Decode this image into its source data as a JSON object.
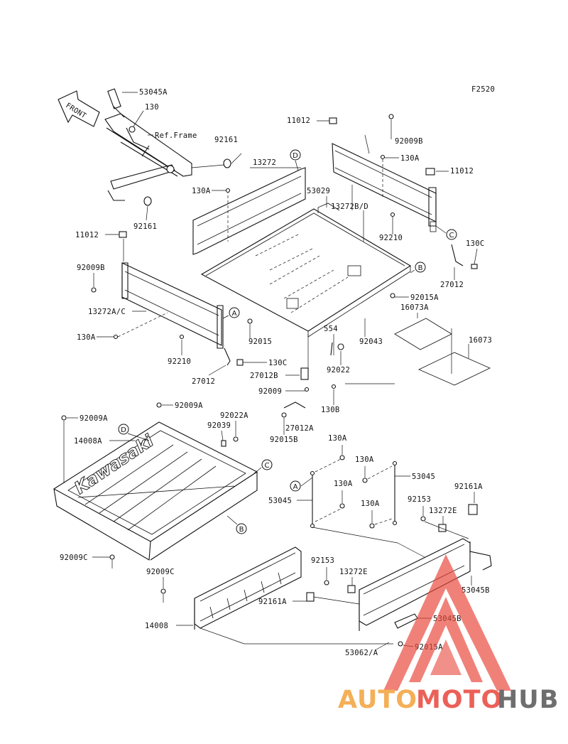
{
  "figure_code": "F2520",
  "front_label": "FRONT",
  "ref_frame_label": "Ref.Frame",
  "brand_on_bed": "Kawasaki",
  "callouts": [
    "A",
    "B",
    "C",
    "D"
  ],
  "parts": {
    "p53045A": "53045A",
    "p130_top": "130",
    "p92161_top": "92161",
    "p92161_bot": "92161",
    "p13272": "13272",
    "p130A_1": "130A",
    "p53029": "53029",
    "p11012_top": "11012",
    "p92009B_top": "92009B",
    "p130A_2": "130A",
    "p11012_right": "11012",
    "p13272BD": "13272B/D",
    "p92210_right": "92210",
    "p130C_right": "130C",
    "p27012_right": "27012",
    "p92015A_1": "92015A",
    "p16073A": "16073A",
    "p16073": "16073",
    "p11012_left": "11012",
    "p92009B_left": "92009B",
    "p13272AC": "13272A/C",
    "p130A_3": "130A",
    "p92210_left": "92210",
    "p92015": "92015",
    "p130C_left": "130C",
    "p27012_left": "27012",
    "p554": "554",
    "p92043": "92043",
    "p92022": "92022",
    "p27012B": "27012B",
    "p92009": "92009",
    "p130B": "130B",
    "p27012A": "27012A",
    "p92015B": "92015B",
    "p92009A_1": "92009A",
    "p92009A_2": "92009A",
    "p92022A": "92022A",
    "p92039": "92039",
    "p14008A": "14008A",
    "p130A_4": "130A",
    "p130A_5": "130A",
    "p53045_1": "53045",
    "p130A_6": "130A",
    "p53045_2": "53045",
    "p130A_7": "130A",
    "p92153_1": "92153",
    "p92161A_1": "92161A",
    "p13272E_1": "13272E",
    "p92009C_1": "92009C",
    "p92009C_2": "92009C",
    "p92153_2": "92153",
    "p13272E_2": "13272E",
    "p53045B_1": "53045B",
    "p92161A_2": "92161A",
    "p14008": "14008",
    "p53045B_2": "53045B",
    "p53062A": "53062/A",
    "p92015A_2": "92015A"
  },
  "watermark": {
    "auto": "AUTO",
    "moto": "MOTO",
    "hub": "HUB"
  },
  "colors": {
    "watermark_red": "#e8463b",
    "watermark_orange": "#f3a23a",
    "watermark_gray": "#555555"
  }
}
